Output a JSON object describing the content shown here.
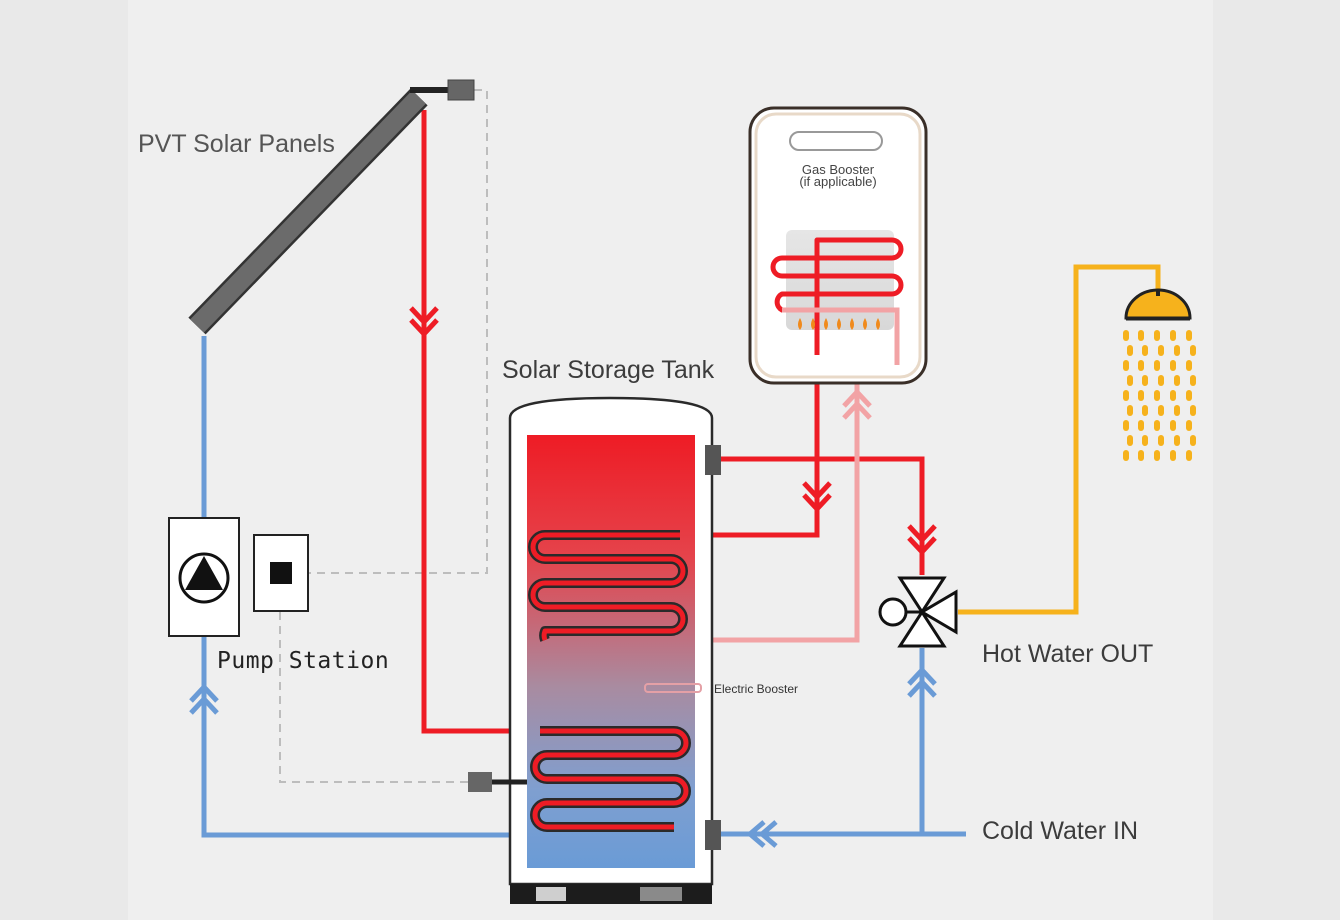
{
  "labels": {
    "pvt_panels": "PVT Solar Panels",
    "storage_tank": "Solar Storage Tank",
    "pump_station": "Pump Station",
    "gas_booster_line1": "Gas Booster",
    "gas_booster_line2": "(if applicable)",
    "electric_booster": "Electric Booster",
    "hot_water_out": "Hot Water OUT",
    "cold_water_in": "Cold Water IN"
  },
  "colors": {
    "hot": "#ee1c25",
    "warm_return": "#f2a3a5",
    "cold": "#6a9bd6",
    "shower": "#f6b21c",
    "sensor_line": "#bdbdbd",
    "panel": "#6b6b6b"
  }
}
